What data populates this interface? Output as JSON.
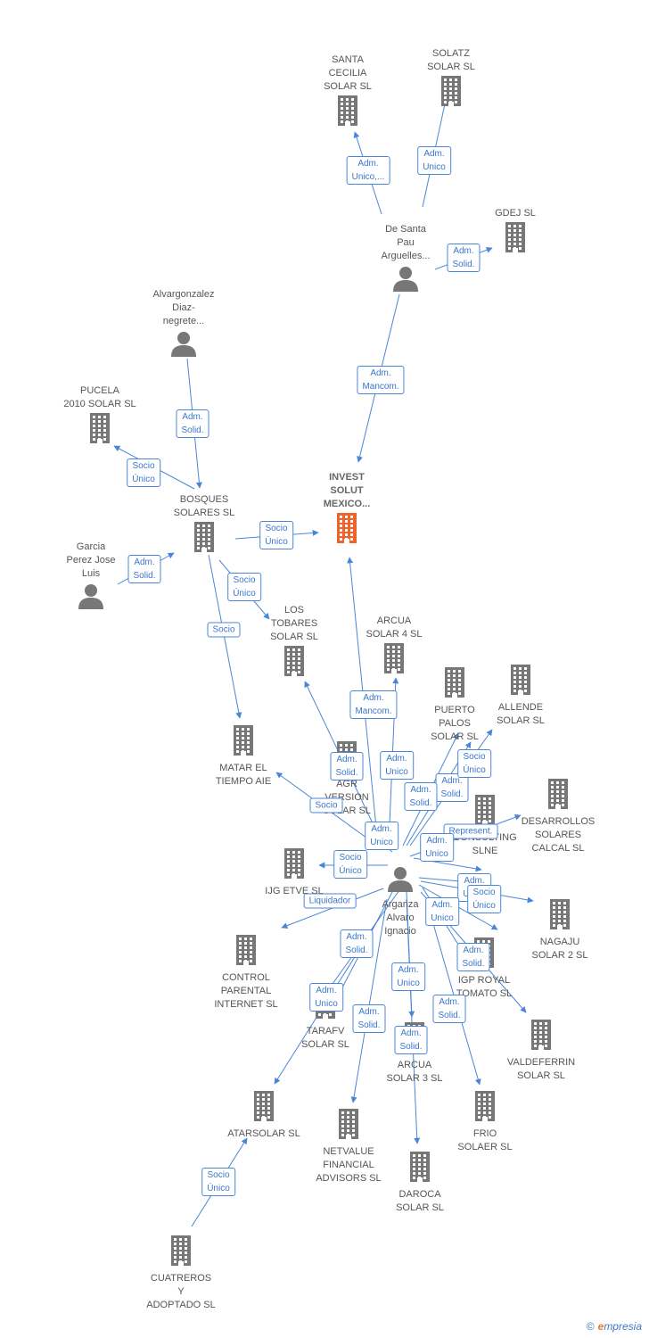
{
  "colors": {
    "node": "#777777",
    "main": "#f0622c",
    "edge": "#4a86d8",
    "label_border": "#4a86d8"
  },
  "nodes": [
    {
      "id": "invest",
      "label": "INVEST\nSOLUT\nMEXICO...",
      "type": "company",
      "main": true
    },
    {
      "id": "santa",
      "label": "SANTA\nCECILIA\nSOLAR SL",
      "type": "company"
    },
    {
      "id": "solatz",
      "label": "SOLATZ\nSOLAR SL",
      "type": "company"
    },
    {
      "id": "gdej",
      "label": "GDEJ  SL",
      "type": "company"
    },
    {
      "id": "desanta",
      "label": "De Santa\nPau\nArguelles...",
      "type": "person"
    },
    {
      "id": "alvar",
      "label": "Alvargonzalez\nDiaz-\nnegrete...",
      "type": "person"
    },
    {
      "id": "pucela",
      "label": "PUCELA\n2010 SOLAR SL",
      "type": "company"
    },
    {
      "id": "bosques",
      "label": "BOSQUES\nSOLARES SL",
      "type": "company"
    },
    {
      "id": "garcia",
      "label": "Garcia\nPerez Jose\nLuis",
      "type": "person"
    },
    {
      "id": "tobares",
      "label": "LOS\nTOBARES\nSOLAR SL",
      "type": "company"
    },
    {
      "id": "arcua4",
      "label": "ARCUA\nSOLAR 4 SL",
      "type": "company"
    },
    {
      "id": "puerto",
      "label": "PUERTO\nPALOS\nSOLAR SL",
      "type": "company"
    },
    {
      "id": "allende",
      "label": "ALLENDE\nSOLAR SL",
      "type": "company"
    },
    {
      "id": "matar",
      "label": "MATAR EL\nTIEMPO  AIE",
      "type": "company"
    },
    {
      "id": "agr",
      "label": "AGR\nVERSION\nSOLAR SL",
      "type": "company"
    },
    {
      "id": "desarrollos",
      "label": "DESARROLLOS\nSOLARES\nCALCAL SL",
      "type": "company"
    },
    {
      "id": "consulting",
      "label": "CONSULTING\nSLNE",
      "type": "company"
    },
    {
      "id": "ijg",
      "label": "IJG ETVE SL",
      "type": "company"
    },
    {
      "id": "arganza",
      "label": "Arganza\nAlvaro\nIgnacio",
      "type": "person"
    },
    {
      "id": "nagaju",
      "label": "NAGAJU\nSOLAR 2 SL",
      "type": "company"
    },
    {
      "id": "control",
      "label": "CONTROL\nPARENTAL\nINTERNET  SL",
      "type": "company"
    },
    {
      "id": "igp",
      "label": "IGP ROYAL\nTOMATO  SL",
      "type": "company"
    },
    {
      "id": "tarafv",
      "label": "TARAFV\nSOLAR SL",
      "type": "company"
    },
    {
      "id": "valdeferrin",
      "label": "VALDEFERRIN\nSOLAR SL",
      "type": "company"
    },
    {
      "id": "arcua3",
      "label": "ARCUA\nSOLAR 3 SL",
      "type": "company"
    },
    {
      "id": "atarsolar",
      "label": "ATARSOLAR SL",
      "type": "company"
    },
    {
      "id": "frio",
      "label": "FRIO\nSOLAER SL",
      "type": "company"
    },
    {
      "id": "netvalue",
      "label": "NETVALUE\nFINANCIAL\nADVISORS  SL",
      "type": "company"
    },
    {
      "id": "daroca",
      "label": "DAROCA\nSOLAR SL",
      "type": "company"
    },
    {
      "id": "cuatreros",
      "label": "CUATREROS\nY\nADOPTADO  SL",
      "type": "company"
    }
  ],
  "edges": [
    {
      "label": "Adm.\nUnico,..."
    },
    {
      "label": "Adm.\nUnico"
    },
    {
      "label": "Adm.\nSolid."
    },
    {
      "label": "Adm.\nMancom."
    },
    {
      "label": "Adm.\nSolid."
    },
    {
      "label": "Socio\nÚnico"
    },
    {
      "label": "Socio\nÚnico"
    },
    {
      "label": "Adm.\nSolid."
    },
    {
      "label": "Socio\nÚnico"
    },
    {
      "label": "Socio"
    },
    {
      "label": "Adm.\nMancom."
    },
    {
      "label": "Adm.\nSolid."
    },
    {
      "label": "Adm.\nUnico"
    },
    {
      "label": "Adm.\nSolid."
    },
    {
      "label": "Adm.\nSolid."
    },
    {
      "label": "Socio\nÚnico"
    },
    {
      "label": "Socio"
    },
    {
      "label": "Adm.\nUnico"
    },
    {
      "label": "Represent."
    },
    {
      "label": "Adm.\nUnico"
    },
    {
      "label": "Socio\nÚnico"
    },
    {
      "label": "Adm.\nUnico"
    },
    {
      "label": "Socio\nÚnico"
    },
    {
      "label": "Liquidador"
    },
    {
      "label": "Adm.\nUnico"
    },
    {
      "label": "Adm.\nSolid."
    },
    {
      "label": "Adm.\nSolid."
    },
    {
      "label": "Adm.\nUnico"
    },
    {
      "label": "Adm.\nUnico"
    },
    {
      "label": "Adm.\nSolid."
    },
    {
      "label": "Adm.\nSolid."
    },
    {
      "label": "Adm.\nSolid."
    },
    {
      "label": "Socio\nÚnico"
    }
  ],
  "brand": {
    "copyright": "©",
    "e": "e",
    "rest": "mpresia"
  }
}
